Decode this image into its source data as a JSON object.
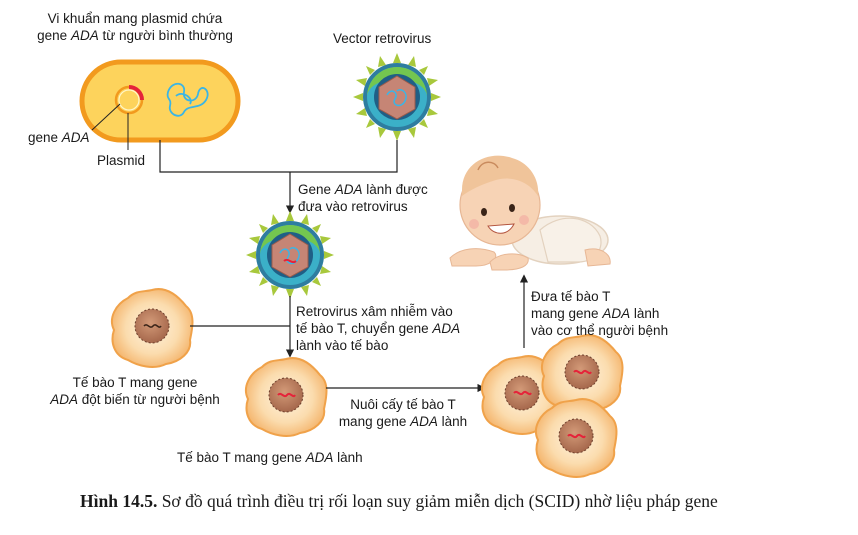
{
  "labels": {
    "bacteria_line1": "Vi khuẩn mang plasmid chứa",
    "bacteria_line2_pre": "gene ",
    "bacteria_line2_ada": "ADA",
    "bacteria_line2_post": " từ người bình thường",
    "vector": "Vector retrovirus",
    "gene_ada_pre": "gene ",
    "gene_ada_ada": "ADA",
    "plasmid": "Plasmid",
    "step1_line1_pre": "Gene ",
    "step1_line1_ada": "ADA",
    "step1_line1_post": " lành được",
    "step1_line2": "đưa vào retrovirus",
    "step2_line1": "Retrovirus xâm nhiễm vào",
    "step2_line2_pre": "tế bào T, chuyển gene ",
    "step2_line2_ada": "ADA",
    "step2_line3": "lành vào tế bào",
    "mutant_line1": "Tế bào T mang gene",
    "mutant_line2_ada": "ADA",
    "mutant_line2_post": " đột biến từ người bệnh",
    "healthy_pre": "Tế bào T mang gene ",
    "healthy_ada": "ADA",
    "healthy_post": " lành",
    "culture_line1": "Nuôi cấy tế bào T",
    "culture_line2_pre": "mang gene ",
    "culture_line2_ada": "ADA",
    "culture_line2_post": " lành",
    "return_line1": "Đưa tế bào T",
    "return_line2_pre": "mang gene ",
    "return_line2_ada": "ADA",
    "return_line2_post": " lành",
    "return_line3": "vào cơ thể người bệnh"
  },
  "caption": {
    "bold": "Hình 14.5.",
    "text": " Sơ đồ quá trình điều trị rối loạn suy giảm miễn dịch (SCID) nhờ liệu pháp gene"
  },
  "colors": {
    "bacteria_fill": "#fdd35c",
    "bacteria_stroke": "#f29a1e",
    "plasmid_dna": "#3ab5e6",
    "gene_red": "#e5233a",
    "virus_spike": "#a8c83c",
    "virus_shell": "#2aa0b8",
    "virus_core": "#c77a6a",
    "cell_fill": "#fbd9a8",
    "cell_stroke": "#f0a24a",
    "nucleus": "#b87a5a",
    "arrow": "#222222"
  }
}
